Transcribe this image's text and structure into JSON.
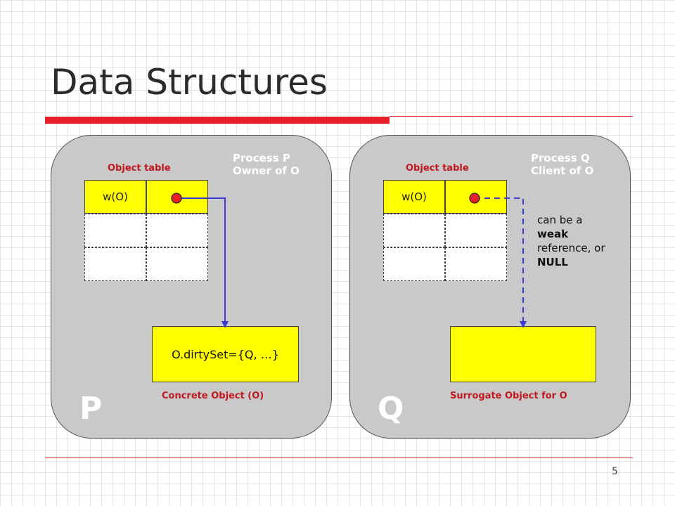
{
  "slide": {
    "title": "Data Structures",
    "page_number": "5"
  },
  "colors": {
    "accent_red": "#e8202a",
    "panel_gray": "#c9c9c9",
    "highlight_yellow": "#ffff00",
    "arrow_blue": "#3a3ad6"
  },
  "process_p": {
    "header_line1": "Process P",
    "header_line2": "Owner of O",
    "table_label": "Object table",
    "table_entry": "w(O)",
    "object_text": "O.dirtySet={Q, …}",
    "object_caption": "Concrete Object (O)",
    "letter": "P",
    "link_style": "solid arrow"
  },
  "process_q": {
    "header_line1": "Process Q",
    "header_line2": "Client of O",
    "table_label": "Object table",
    "table_entry": "w(O)",
    "object_caption": "Surrogate Object for O",
    "letter": "Q",
    "link_style": "dashed arrow",
    "note_line1": "can be a",
    "note_line2": "weak",
    "note_line3": "reference, or",
    "note_line4": "NULL"
  }
}
